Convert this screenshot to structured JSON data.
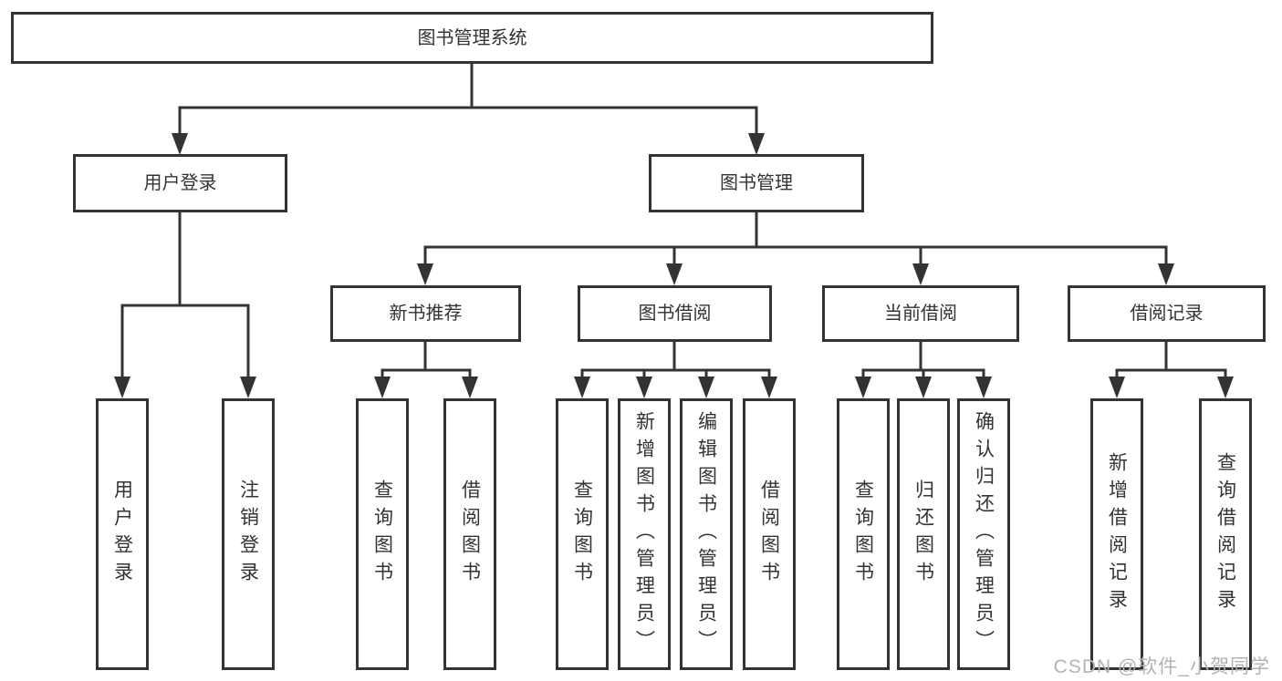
{
  "diagram_type": "hierarchy-tree",
  "colors": {
    "line": "#333333",
    "box_border": "#333333",
    "box_background": "#ffffff",
    "text": "#333333",
    "watermark": "#b3b3b3"
  },
  "watermark": {
    "text": "CSDN @软件_小贺同学"
  },
  "tree": {
    "root": {
      "label": "图书管理系统",
      "children": [
        {
          "label": "用户登录",
          "children": [
            {
              "label": "用户登录"
            },
            {
              "label": "注销登录"
            }
          ]
        },
        {
          "label": "图书管理",
          "children": [
            {
              "label": "新书推荐",
              "children": [
                {
                  "label": "查询图书"
                },
                {
                  "label": "借阅图书"
                }
              ]
            },
            {
              "label": "图书借阅",
              "children": [
                {
                  "label": "查询图书"
                },
                {
                  "label": "新增图书（管理员）"
                },
                {
                  "label": "编辑图书（管理员）"
                },
                {
                  "label": "借阅图书"
                }
              ]
            },
            {
              "label": "当前借阅",
              "children": [
                {
                  "label": "查询图书"
                },
                {
                  "label": "归还图书"
                },
                {
                  "label": "确认归还（管理员）"
                }
              ]
            },
            {
              "label": "借阅记录",
              "children": [
                {
                  "label": "新增借阅记录"
                },
                {
                  "label": "查询借阅记录"
                }
              ]
            }
          ]
        }
      ]
    }
  }
}
